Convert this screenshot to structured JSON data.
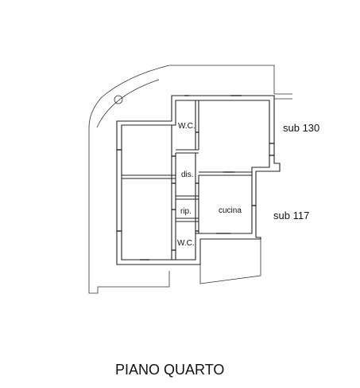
{
  "floor_title": "PIANO QUARTO",
  "rooms": {
    "wc_top": "W.C.",
    "dis": "dis.",
    "rip": "rip.",
    "wc_bottom": "W.C.",
    "cucina": "cucina"
  },
  "neighbors": {
    "sub_130": "sub 130",
    "sub_117": "sub 117"
  }
}
